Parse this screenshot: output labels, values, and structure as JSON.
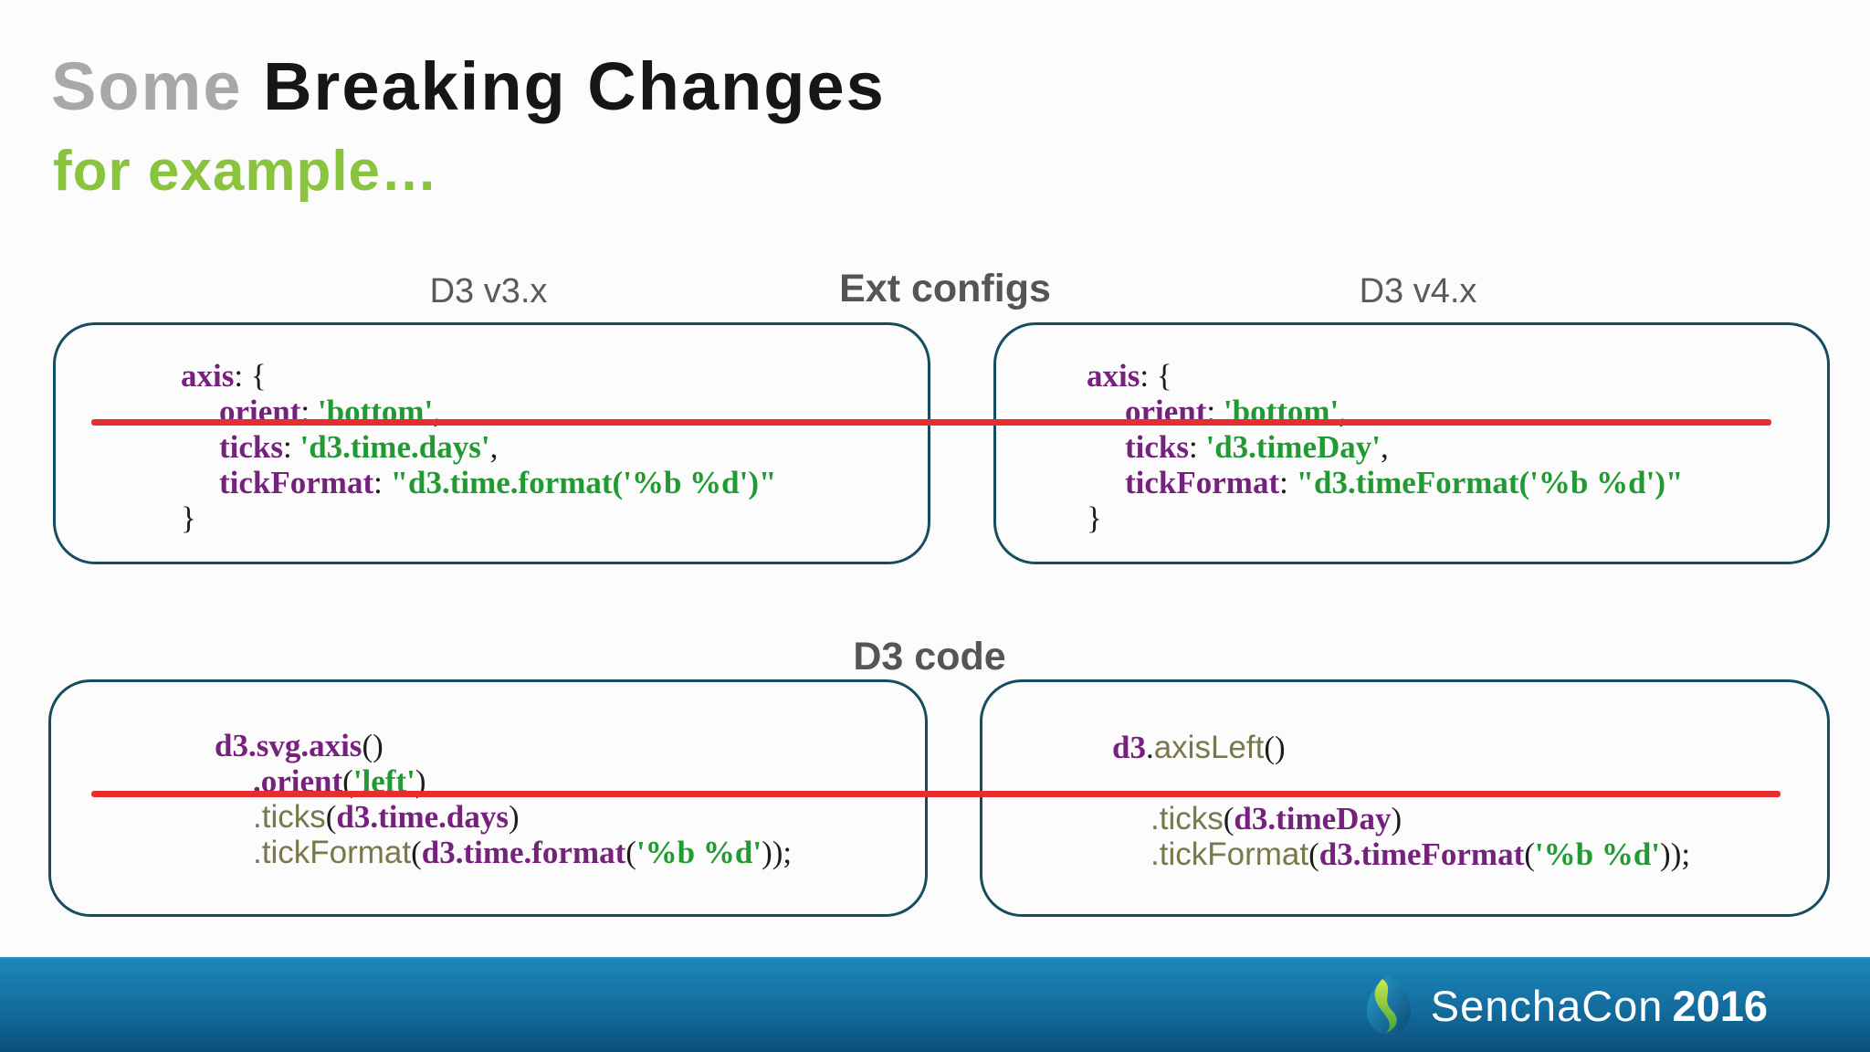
{
  "slide": {
    "title_muted": "Some",
    "title_strong": "Breaking Changes",
    "subtitle": "for example…"
  },
  "sections": {
    "ext": {
      "heading": "Ext configs",
      "left_version": "D3 v3.x",
      "right_version": "D3 v4.x"
    },
    "d3": {
      "heading": "D3 code"
    }
  },
  "code_boxes": {
    "ext_v3": {
      "lines": [
        {
          "ind": 0,
          "seg": [
            {
              "c": "k",
              "t": "axis"
            },
            {
              "c": "p",
              "t": ": {"
            }
          ]
        },
        {
          "ind": 1,
          "seg": [
            {
              "c": "k",
              "t": "orient"
            },
            {
              "c": "p",
              "t": ": "
            },
            {
              "c": "s",
              "t": "'bottom'"
            },
            {
              "c": "p",
              "t": ","
            }
          ]
        },
        {
          "ind": 1,
          "seg": [
            {
              "c": "k",
              "t": "ticks"
            },
            {
              "c": "p",
              "t": ": "
            },
            {
              "c": "s",
              "t": "'d3.time.days'"
            },
            {
              "c": "p",
              "t": ","
            }
          ]
        },
        {
          "ind": 1,
          "seg": [
            {
              "c": "k",
              "t": "tickFormat"
            },
            {
              "c": "p",
              "t": ": "
            },
            {
              "c": "s",
              "t": "\"d3.time.format('%b %d')\""
            }
          ]
        },
        {
          "ind": 0,
          "seg": [
            {
              "c": "p",
              "t": "}"
            }
          ]
        }
      ]
    },
    "ext_v4": {
      "lines": [
        {
          "ind": 0,
          "seg": [
            {
              "c": "k",
              "t": "axis"
            },
            {
              "c": "p",
              "t": ": {"
            }
          ]
        },
        {
          "ind": 1,
          "seg": [
            {
              "c": "k",
              "t": "orient"
            },
            {
              "c": "p",
              "t": ": "
            },
            {
              "c": "s",
              "t": "'bottom'"
            },
            {
              "c": "p",
              "t": ","
            }
          ]
        },
        {
          "ind": 1,
          "seg": [
            {
              "c": "k",
              "t": "ticks"
            },
            {
              "c": "p",
              "t": ": "
            },
            {
              "c": "s",
              "t": "'d3.timeDay'"
            },
            {
              "c": "p",
              "t": ","
            }
          ]
        },
        {
          "ind": 1,
          "seg": [
            {
              "c": "k",
              "t": "tickFormat"
            },
            {
              "c": "p",
              "t": ": "
            },
            {
              "c": "s",
              "t": "\"d3.timeFormat('%b %d')\""
            }
          ]
        },
        {
          "ind": 0,
          "seg": [
            {
              "c": "p",
              "t": "}"
            }
          ]
        }
      ]
    },
    "d3_v3": {
      "lines": [
        {
          "ind": 0,
          "seg": [
            {
              "c": "k",
              "t": "d3.svg.axis"
            },
            {
              "c": "p",
              "t": "()"
            }
          ]
        },
        {
          "ind": 1,
          "seg": [
            {
              "c": "k",
              "t": ".orient"
            },
            {
              "c": "p",
              "t": "("
            },
            {
              "c": "s",
              "t": "'left'"
            },
            {
              "c": "p",
              "t": ")"
            }
          ]
        },
        {
          "ind": 1,
          "seg": [
            {
              "c": "m",
              "t": ".ticks"
            },
            {
              "c": "p",
              "t": "("
            },
            {
              "c": "k",
              "t": "d3.time.days"
            },
            {
              "c": "p",
              "t": ")"
            }
          ]
        },
        {
          "ind": 1,
          "seg": [
            {
              "c": "m",
              "t": ".tickFormat"
            },
            {
              "c": "p",
              "t": "("
            },
            {
              "c": "k",
              "t": "d3.time.format"
            },
            {
              "c": "p",
              "t": "("
            },
            {
              "c": "s",
              "t": "'%b %d'"
            },
            {
              "c": "p",
              "t": "));"
            }
          ]
        }
      ]
    },
    "d3_v4": {
      "lines": [
        {
          "ind": 0,
          "seg": [
            {
              "c": "k",
              "t": "d3"
            },
            {
              "c": "p",
              "t": "."
            },
            {
              "c": "m",
              "t": "axisLeft"
            },
            {
              "c": "p",
              "t": "()"
            }
          ]
        },
        {
          "ind": 0,
          "seg": []
        },
        {
          "ind": 1,
          "seg": [
            {
              "c": "m",
              "t": ".ticks"
            },
            {
              "c": "p",
              "t": "("
            },
            {
              "c": "k",
              "t": "d3.timeDay"
            },
            {
              "c": "p",
              "t": ")"
            }
          ]
        },
        {
          "ind": 1,
          "seg": [
            {
              "c": "m",
              "t": ".tickFormat"
            },
            {
              "c": "p",
              "t": "("
            },
            {
              "c": "k",
              "t": "d3.timeFormat"
            },
            {
              "c": "p",
              "t": "("
            },
            {
              "c": "s",
              "t": "'%b %d'"
            },
            {
              "c": "p",
              "t": "));"
            }
          ]
        }
      ]
    }
  },
  "footer": {
    "brand": "SenchaCon",
    "year": "2016",
    "logo_icon": "sencha-leaf-logo"
  },
  "colors": {
    "title_muted": "#a8a8a8",
    "title_strong": "#161616",
    "subtitle_green": "#8ac33d",
    "heading_gray": "#5a5a5a",
    "box_border": "#134e60",
    "strike_red": "#e62e2e",
    "code_key_purple": "#76217e",
    "code_string_green": "#229a32",
    "code_method_olive": "#78784b",
    "code_plain": "#1c1c1c",
    "footer_bar_top": "#1d86ba",
    "footer_bar_bottom": "#0a5078"
  }
}
